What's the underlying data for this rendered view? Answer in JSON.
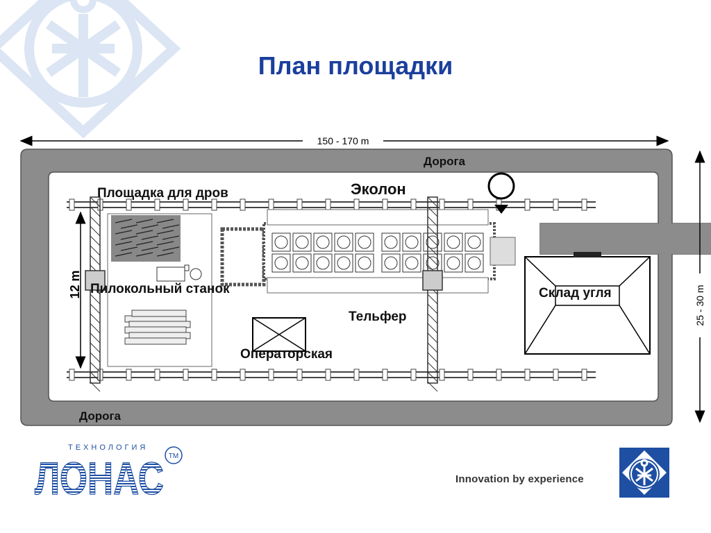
{
  "title": "План площадки",
  "plan": {
    "dim_length": "150 - 170 m",
    "dim_width": "25 - 30 m",
    "dim_crane_span": "12 m",
    "road_top": "Дорога",
    "road_bottom": "Дорога",
    "woodyard": "Площадка для дров",
    "ekolon": "Эколон",
    "saw": "Пилокольный станок",
    "hoist": "Тельфер",
    "operator": "Операторская",
    "coal": "Склад угля"
  },
  "footer": {
    "logo_top": "ТЕХНОЛОГИЯ",
    "logo_main": "ЛОНАС",
    "logo_tm": "TM",
    "tagline": "Innovation by experience"
  },
  "colors": {
    "title": "#1b3f9c",
    "road": "#8c8c8c",
    "logo_blue": "#1e4fa3",
    "watermark": "#dbe5f3"
  }
}
